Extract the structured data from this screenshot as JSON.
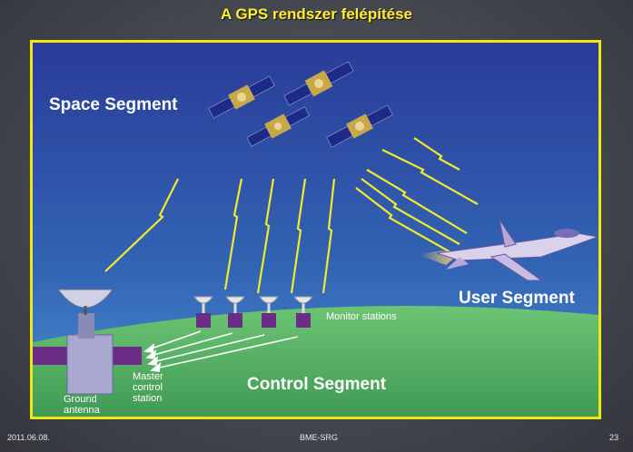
{
  "slide": {
    "title": "A GPS rendszer felépítése",
    "footer_date": "2011.06.08.",
    "footer_center": "BME-SRG",
    "page_number": "23"
  },
  "diagram": {
    "space_segment": "Space Segment",
    "user_segment": "User Segment",
    "control_segment": "Control Segment",
    "monitor_stations": "Monitor stations",
    "master_control_line1": "Master",
    "master_control_line2": "control",
    "master_control_line3": "station",
    "ground_antenna_line1": "Ground",
    "ground_antenna_line2": "antenna"
  },
  "colors": {
    "frame_border": "#f2e70e",
    "title_text": "#ffee33",
    "sky_top": "#2b3f9a",
    "sky_bottom": "#3f7fc4",
    "ground": "#5bb36a",
    "signal": "#f2ea2a",
    "station": "#6b2d86"
  }
}
